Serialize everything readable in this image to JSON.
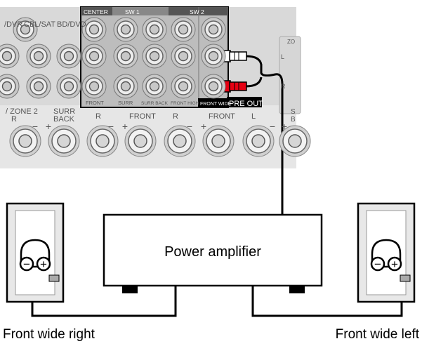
{
  "panel": {
    "source_labels": [
      "/DVR",
      "CBL/SAT",
      "BD/DVD"
    ],
    "preout_top": [
      "CENTER",
      "SW 1",
      "SW 2"
    ],
    "preout_bottom": [
      "FRONT",
      "SURR",
      "SURR BACK",
      "FRONT HIGH",
      "FRONT WIDE"
    ],
    "preout_badge": "PRE OUT",
    "zone_partial": "ZO",
    "side_letters": [
      "L",
      "R"
    ],
    "terminal_labels": [
      "/ ZONE 2",
      "R",
      "SURR",
      "BACK",
      "R",
      "FRONT",
      "R",
      "FRONT",
      "L",
      "S",
      "B"
    ],
    "terminal_signs": [
      "−",
      "+",
      "−",
      "+",
      "−",
      "+",
      "−",
      "+"
    ]
  },
  "amplifier": {
    "label": "Power amplifier"
  },
  "speakers": {
    "right_caption": "Front wide right",
    "left_caption": "Front wide left",
    "signs": [
      "−",
      "+",
      "−",
      "+"
    ]
  },
  "colors": {
    "panel_gray": "#d8d8d8",
    "jack_gray": "#c4c4c4",
    "preout_black": "#000000",
    "plug_red": "#e60012",
    "plug_white": "#ffffff"
  }
}
